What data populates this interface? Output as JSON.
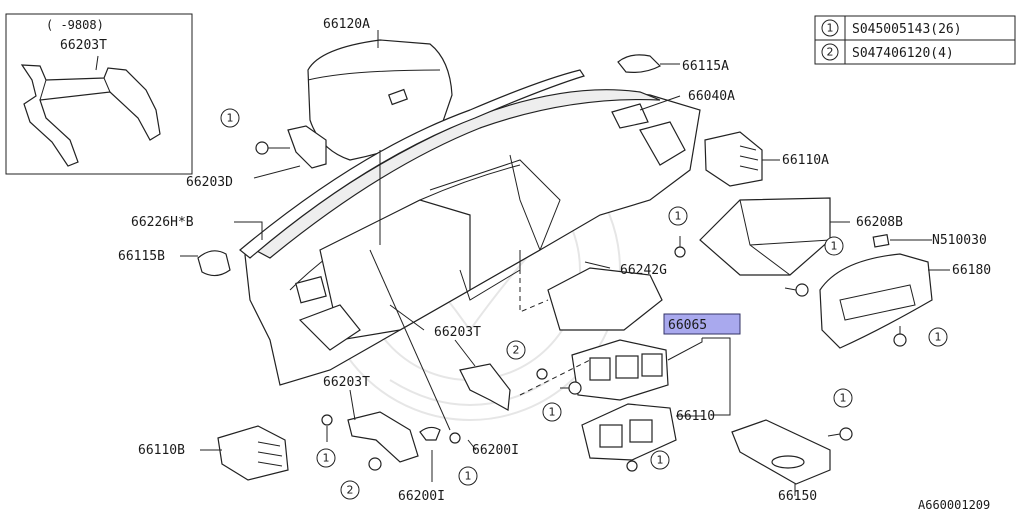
{
  "diagram": {
    "drawing_id": "A660001209",
    "inset": {
      "date_range": "(   -9808)",
      "part": "66203T"
    },
    "legend": [
      {
        "key": "1",
        "code": "S045005143(26)"
      },
      {
        "key": "2",
        "code": "S047406120(4)"
      }
    ],
    "labels": {
      "p66120A": "66120A",
      "p66115A": "66115A",
      "p66040A": "66040A",
      "p66110A": "66110A",
      "p66203D": "66203D",
      "p66226HB": "66226H*B",
      "p66208B": "66208B",
      "pN510030": "N510030",
      "p66115B": "66115B",
      "p66242G": "66242G",
      "p66180": "66180",
      "p66065": "66065",
      "p66203T_a": "66203T",
      "p66203T_b": "66203T",
      "p66110": "66110",
      "p66200I_a": "66200I",
      "p66200I_b": "66200I",
      "p66110B": "66110B",
      "p66150": "66150"
    },
    "markers": {
      "m1": "1",
      "m2": "1",
      "m3": "1",
      "m4": "2",
      "m5": "1",
      "m6": "1",
      "m7": "1",
      "m8": "1",
      "m9": "1",
      "m10": "1",
      "m11": "2",
      "m12": "1"
    }
  }
}
